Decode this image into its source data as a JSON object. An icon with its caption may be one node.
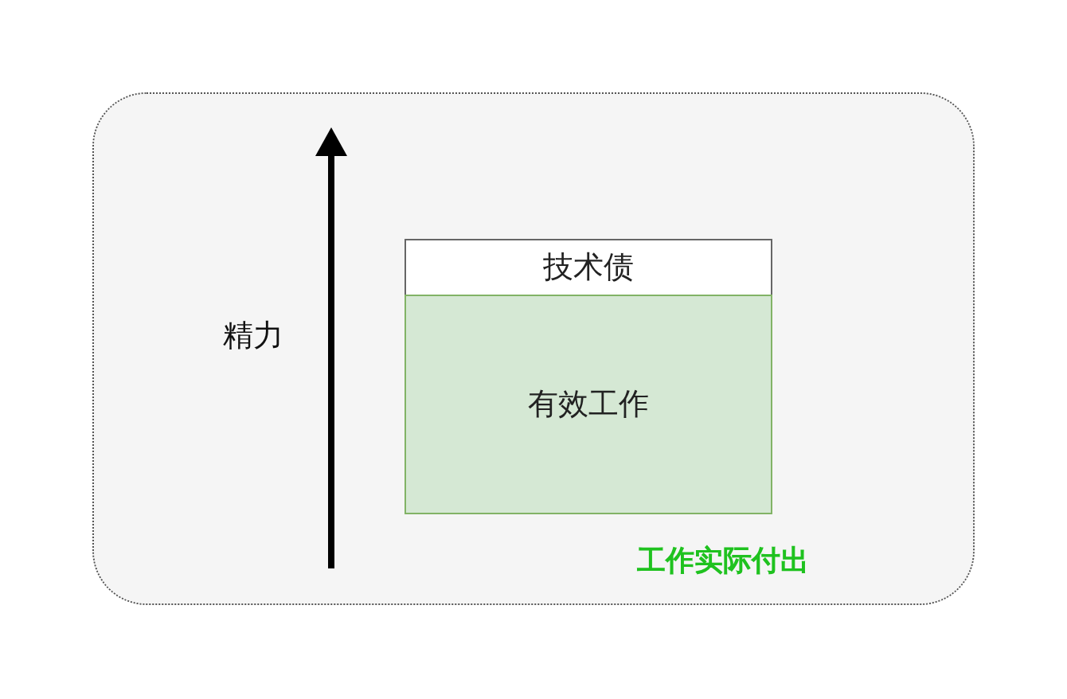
{
  "diagram": {
    "nodes": [
      {
        "text": [
          "技术债"
        ]
      },
      {
        "text": [
          "有效工作"
        ]
      }
    ],
    "labels": [
      "精力",
      "工作实际付出"
    ]
  }
}
